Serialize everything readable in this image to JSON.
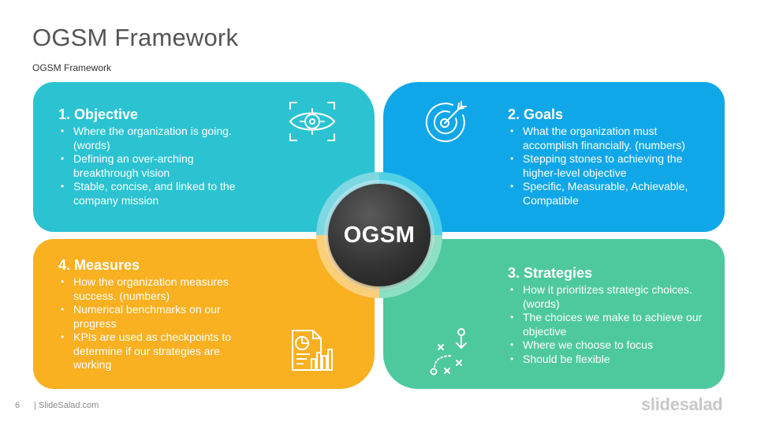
{
  "slide": {
    "title": "OGSM Framework",
    "subtitle": "OGSM Framework",
    "page_number": "6",
    "footer": "| SlideSalad.com",
    "logo": "slidesalad"
  },
  "center": {
    "label": "OGSM"
  },
  "panels": {
    "objective": {
      "title": "1. Objective",
      "color": "#2bc3d2",
      "icon": "eye-target-icon",
      "bullets": [
        "Where the organization is going. (words)",
        "Defining an over-arching breakthrough vision",
        "Stable, concise, and linked to the company mission"
      ]
    },
    "goals": {
      "title": "2. Goals",
      "color": "#10a7e8",
      "icon": "target-arrow-icon",
      "bullets": [
        "What the organization must accomplish financially. (numbers)",
        "Stepping stones to achieving the higher-level objective",
        "Specific, Measurable, Achievable, Compatible"
      ]
    },
    "strategies": {
      "title": "3. Strategies",
      "color": "#4ec99e",
      "icon": "strategy-play-icon",
      "bullets": [
        "How it prioritizes strategic choices. (words)",
        "The choices we make to achieve our objective",
        "Where we choose to focus",
        "Should be flexible"
      ]
    },
    "measures": {
      "title": "4. Measures",
      "color": "#f9b021",
      "icon": "report-chart-icon",
      "bullets": [
        "How the organization measures success. (numbers)",
        "Numerical benchmarks on our progress",
        "KPIs are used as checkpoints to determine if our strategies are working"
      ]
    }
  }
}
